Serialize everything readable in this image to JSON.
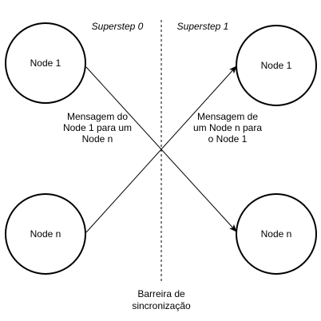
{
  "superstep_left": "Superstep 0",
  "superstep_right": "Superstep 1",
  "nodes": {
    "left_top": "Node 1",
    "left_bottom": "Node n",
    "right_top": "Node 1",
    "right_bottom": "Node n"
  },
  "message_left": [
    "Mensagem do",
    "Node 1 para um",
    "Node n"
  ],
  "message_right": [
    "Mensagem de",
    "um Node n para",
    "o Node 1"
  ],
  "barrier": [
    "Barreira de",
    "sincronização"
  ],
  "colors": {
    "stroke": "#000000",
    "background": "#ffffff"
  }
}
